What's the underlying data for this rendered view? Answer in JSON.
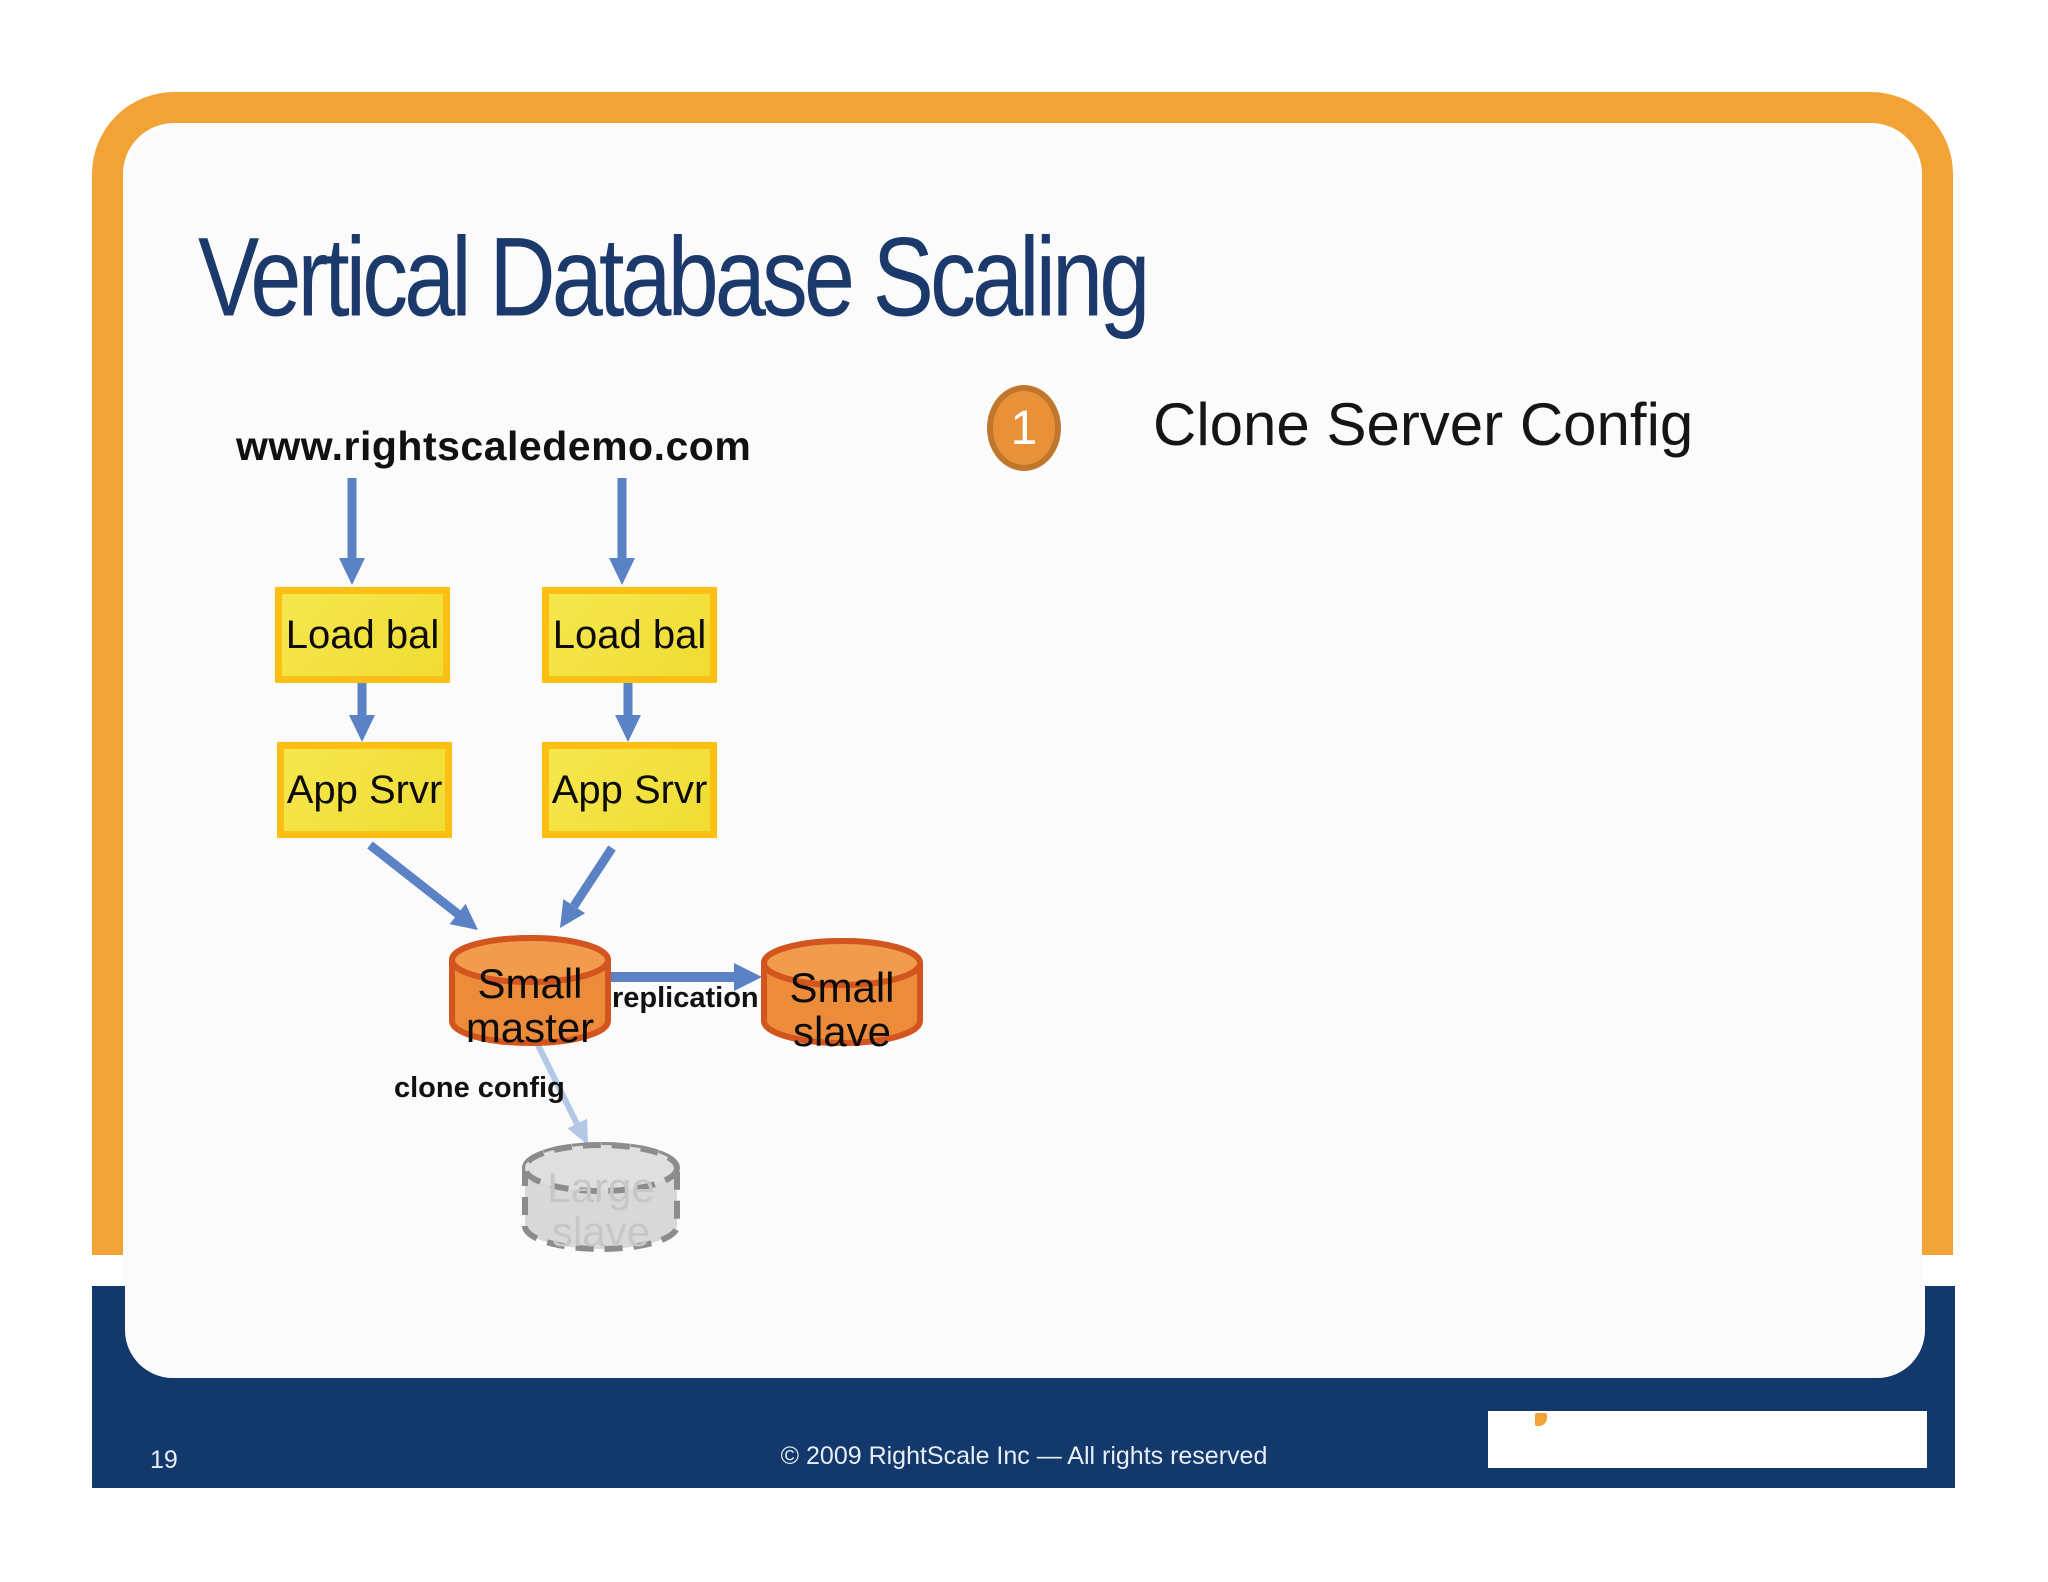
{
  "slide": {
    "title": "Vertical Database Scaling",
    "page_number": "19",
    "copyright": "© 2009 RightScale Inc — All rights reserved"
  },
  "diagram": {
    "domain": "www.rightscaledemo.com",
    "load_balancers": [
      "Load bal",
      "Load bal"
    ],
    "app_servers": [
      "App Srvr",
      "App Srvr"
    ],
    "master_db": {
      "line1": "Small",
      "line2": "master"
    },
    "small_slave_db": {
      "line1": "Small",
      "line2": "slave"
    },
    "large_slave_db": {
      "line1": "Large",
      "line2": "slave"
    },
    "replication_label": "replication",
    "clone_config_label": "clone config"
  },
  "callout": {
    "number": "1",
    "label": "Clone Server Config"
  },
  "colors": {
    "frame_orange": "#f2a338",
    "footer_navy": "#13386b",
    "title_navy": "#1b3a6b",
    "box_yellow_fill": "#f1df3b",
    "box_yellow_border": "#fbc013",
    "arrow_blue": "#5b82c5",
    "arrow_pale_blue": "#b3c7e6",
    "cylinder_orange_fill": "#ec8c3a",
    "cylinder_orange_stroke": "#d2551f",
    "cylinder_gray_fill": "#d8d8d8",
    "cylinder_gray_stroke": "#8c8c8c",
    "badge_orange": "#e89138"
  }
}
